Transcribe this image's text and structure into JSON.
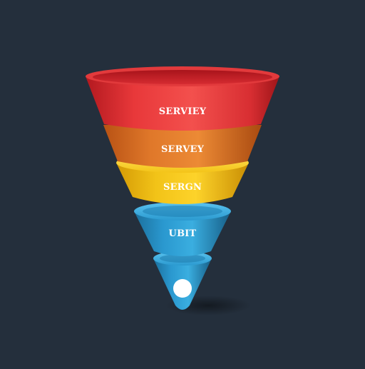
{
  "background_color": "#242f3c",
  "funnel": {
    "stages": [
      {
        "label": "SERVIEY",
        "color": "#e8383a"
      },
      {
        "label": "SERVEY",
        "color": "#e0782a"
      },
      {
        "label": "SERGN",
        "color": "#f2c318"
      },
      {
        "label": "UBIT",
        "color": "#2a98cf"
      },
      {
        "label": "",
        "color": "#2a98cf"
      }
    ],
    "end_marker_icon": "white-circle-dot"
  }
}
